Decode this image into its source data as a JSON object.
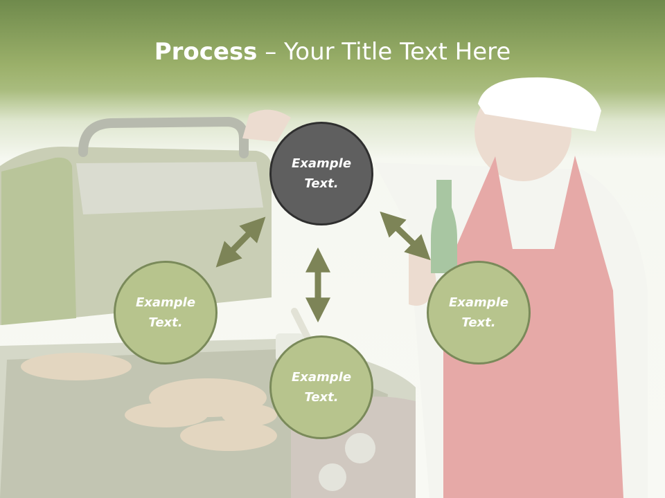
{
  "title": {
    "bold": "Process",
    "rest": " – Your Title Text Here"
  },
  "nodes": {
    "top": "Example Text.",
    "left": "Example Text.",
    "bottom": "Example Text.",
    "right": "Example Text."
  },
  "colors": {
    "header": "#8ea35f",
    "node_dark": "#5f5f5f",
    "node_light": "#b7c48d",
    "node_border_light": "#7a8a5a",
    "arrow": "#7d8457"
  }
}
